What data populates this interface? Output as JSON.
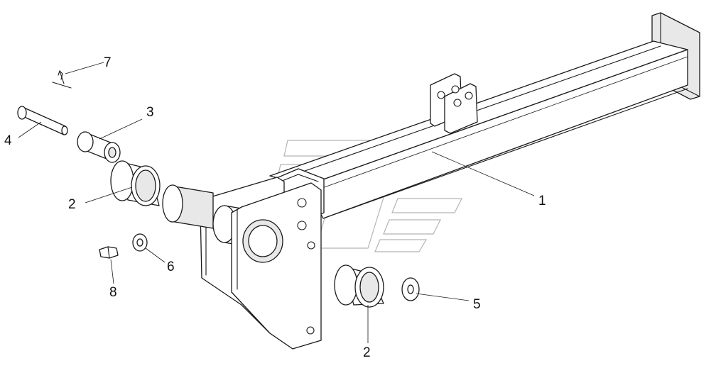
{
  "diagram": {
    "callouts": {
      "c1": "1",
      "c2a": "2",
      "c2b": "2",
      "c3": "3",
      "c4": "4",
      "c5": "5",
      "c6": "6",
      "c7": "7",
      "c8": "8"
    },
    "colors": {
      "line": "#1a1a1a",
      "fill": "#ffffff",
      "shade": "#e8e8e8",
      "watermark": "#b4b4b4"
    }
  }
}
